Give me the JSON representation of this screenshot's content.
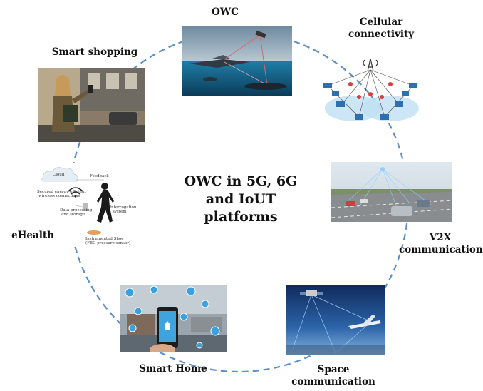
{
  "center_title": [
    "OWC in 5G, 6G",
    "and IoUT",
    "platforms"
  ],
  "nodes": {
    "owc": "OWC",
    "cellular": [
      "Cellular",
      "connectivity"
    ],
    "v2x": [
      "V2X",
      "communication"
    ],
    "space": [
      "Space",
      "communication"
    ],
    "smart_home": "Smart Home",
    "ehealth": "eHealth",
    "smart_shopping": "Smart shopping"
  },
  "ehealth_figure": {
    "cloud": "Cloud",
    "feedback": "Feedback",
    "secured": [
      "Secured energy-efficient",
      "wireless connections"
    ],
    "processing": [
      "Data processing",
      "and storage"
    ],
    "interrogation": [
      "Interrogation",
      "system"
    ],
    "shoe": [
      "Instrumented Shoe",
      "(FBG pressure sensor)"
    ]
  },
  "colors": {
    "ring": "#5b8fc8",
    "text": "#111111"
  }
}
